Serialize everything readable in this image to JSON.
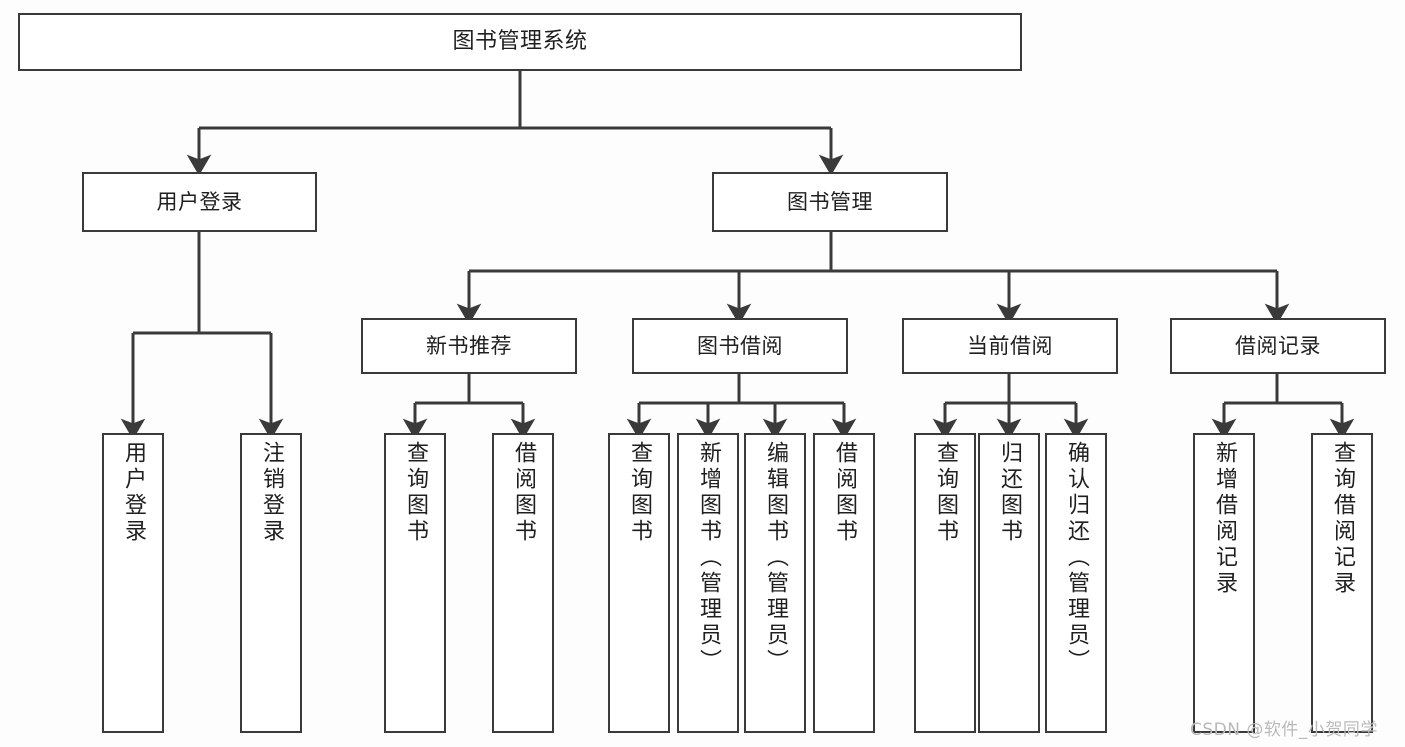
{
  "diagram": {
    "title": "图书管理系统",
    "type": "tree-hierarchy",
    "watermark": "CSDN @软件_小贺同学",
    "colors": {
      "background": "#fdfdfd",
      "box_fill": "#ffffff",
      "box_stroke": "#3a3a3a",
      "edge_stroke": "#3a3a3a",
      "text": "#1f1f1f",
      "watermark": "#b9b9b9"
    },
    "nodes": {
      "root": {
        "label": "图书管理系统"
      },
      "level1": [
        {
          "id": "user-login",
          "label": "用户登录"
        },
        {
          "id": "book-manage",
          "label": "图书管理"
        }
      ],
      "level2": [
        {
          "id": "new-book-recommend",
          "label": "新书推荐"
        },
        {
          "id": "book-borrow",
          "label": "图书借阅"
        },
        {
          "id": "current-borrow",
          "label": "当前借阅"
        },
        {
          "id": "borrow-record",
          "label": "借阅记录"
        }
      ],
      "leaves": {
        "user_login": [
          {
            "id": "leaf-user-login",
            "label": "用户登录"
          },
          {
            "id": "leaf-user-logout",
            "label": "注销登录"
          }
        ],
        "new_book_recommend": [
          {
            "id": "leaf-query-book-1",
            "label": "查询图书"
          },
          {
            "id": "leaf-borrow-book-1",
            "label": "借阅图书"
          }
        ],
        "book_borrow": [
          {
            "id": "leaf-query-book-2",
            "label": "查询图书"
          },
          {
            "id": "leaf-add-book",
            "label": "新增图书（管理员）"
          },
          {
            "id": "leaf-edit-book",
            "label": "编辑图书（管理员）"
          },
          {
            "id": "leaf-borrow-book-2",
            "label": "借阅图书"
          }
        ],
        "current_borrow": [
          {
            "id": "leaf-query-book-3",
            "label": "查询图书"
          },
          {
            "id": "leaf-return-book",
            "label": "归还图书"
          },
          {
            "id": "leaf-confirm-return",
            "label": "确认归还（管理员）"
          }
        ],
        "borrow_record": [
          {
            "id": "leaf-add-record",
            "label": "新增借阅记录"
          },
          {
            "id": "leaf-query-record",
            "label": "查询借阅记录"
          }
        ]
      }
    }
  }
}
